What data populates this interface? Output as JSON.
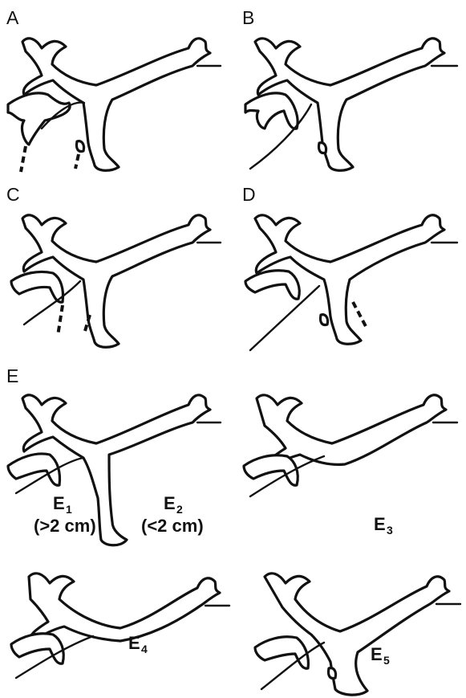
{
  "panels": [
    {
      "letter": "A"
    },
    {
      "letter": "B"
    },
    {
      "letter": "C"
    },
    {
      "letter": "D"
    },
    {
      "letter": "E"
    }
  ],
  "variants": {
    "e1": {
      "letter": "E",
      "sub": "1",
      "note": "(>2 cm)"
    },
    "e2": {
      "letter": "E",
      "sub": "2",
      "note": "(<2 cm)"
    },
    "e3": {
      "letter": "E",
      "sub": "3"
    },
    "e4": {
      "letter": "E",
      "sub": "4"
    },
    "e5": {
      "letter": "E",
      "sub": "5"
    }
  }
}
